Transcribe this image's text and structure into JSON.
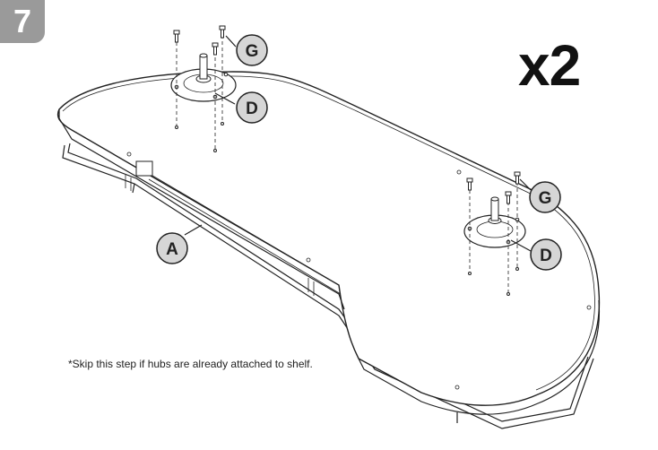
{
  "step": {
    "number": "7"
  },
  "quantity": {
    "label": "x2"
  },
  "note": {
    "text": "*Skip this step if hubs are already attached to shelf."
  },
  "parts": {
    "shelf": "A",
    "hub": "D",
    "screw": "G"
  },
  "colors": {
    "badge": "#9a9a9a",
    "callout_fill": "#d6d6d6",
    "line": "#222222"
  }
}
